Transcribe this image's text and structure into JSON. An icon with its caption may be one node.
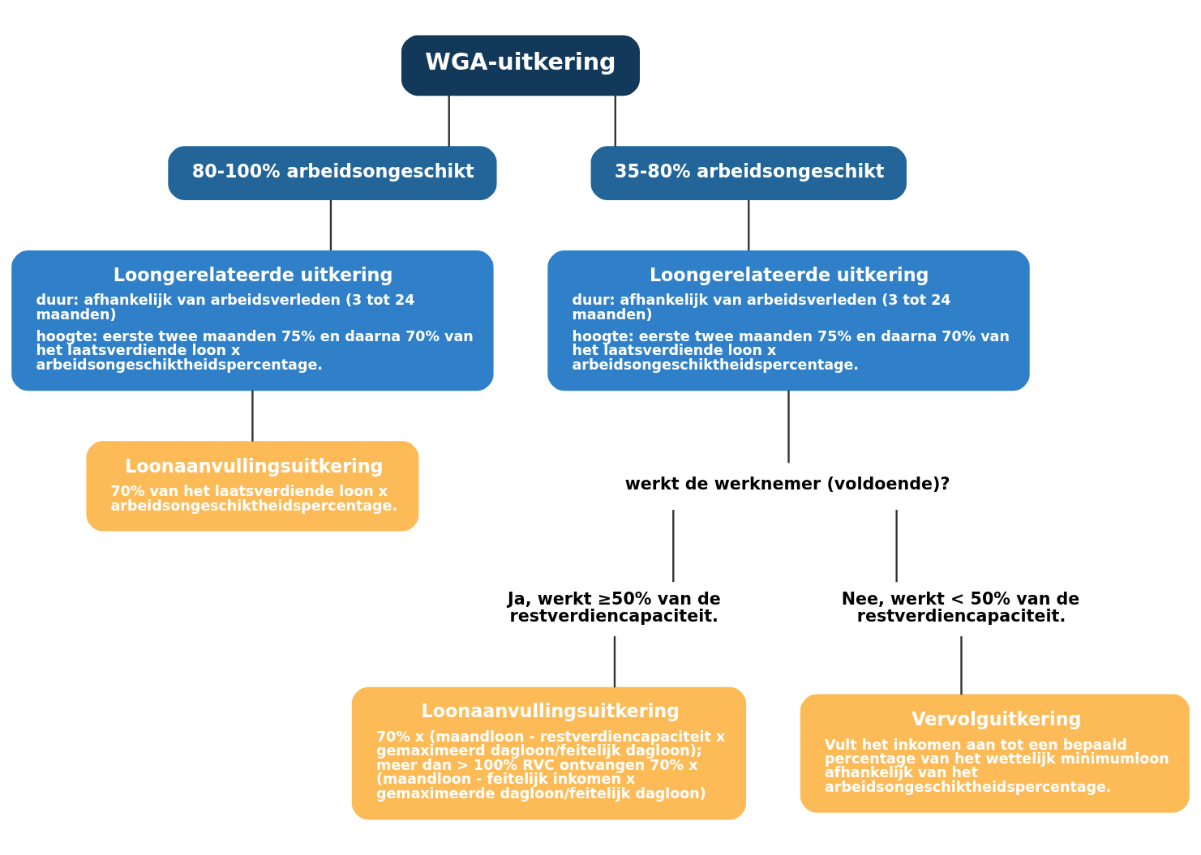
{
  "diagram": {
    "nodes": [
      {
        "text": [
          "WGA-uitkering"
        ]
      },
      {
        "text": [
          "80-100% arbeidsongeschikt"
        ]
      },
      {
        "text": [
          "35-80% arbeidsongeschikt"
        ]
      },
      {
        "text": [
          "Loongerelateerde uitkering",
          "duur: afhankelijk van arbeidsverleden (3 tot 24 maanden)",
          "hoogte: eerste twee maanden 75% en daarna 70% van het laatsverdiende loon x arbeidsongeschiktheidspercentage."
        ]
      },
      {
        "text": [
          "Loonaanvullingsuitkering",
          "70% van het laatsverdiende loon x arbeidsongeschiktheidspercentage."
        ]
      },
      {
        "text": [
          "Loongerelateerde uitkering",
          "duur: afhankelijk van arbeidsverleden (3 tot 24 maanden)",
          "hoogte: eerste twee maanden 75% en daarna 70% van het laatsverdiende loon x arbeidsongeschiktheidspercentage."
        ]
      },
      {
        "text": [
          "werkt de werknemer (voldoende)?"
        ]
      },
      {
        "text": [
          "Ja, werkt ≥50% van de restverdiencapaciteit."
        ]
      },
      {
        "text": [
          "Nee, werkt < 50% van de restverdiencapaciteit."
        ]
      },
      {
        "text": [
          "Loonaanvullingsuitkering",
          "70% x (maandloon - restverdiencapaciteit x gemaximeerd dagloon/feitelijk dagloon); meer dan > 100% RVC ontvangen 70% x (maandloon - feitelijk inkomen x gemaximeerde dagloon/feitelijk dagloon)"
        ]
      },
      {
        "text": [
          "Vervolguitkering",
          "Vult het inkomen aan tot een bepaald percentage van het wettelijk minimumloon afhankelijk van het arbeidsongeschiktheidspercentage."
        ]
      }
    ],
    "edges": [
      {
        "from": 0,
        "to": 1,
        "arrow": "none"
      },
      {
        "from": 0,
        "to": 2,
        "arrow": "none"
      },
      {
        "from": 1,
        "to": 3,
        "arrow": "none"
      },
      {
        "from": 3,
        "to": 4,
        "arrow": "none"
      },
      {
        "from": 2,
        "to": 5,
        "arrow": "none"
      },
      {
        "from": 5,
        "to": 6,
        "arrow": "none"
      },
      {
        "from": 6,
        "to": 7,
        "arrow": "none"
      },
      {
        "from": 6,
        "to": 8,
        "arrow": "none"
      },
      {
        "from": 7,
        "to": 9,
        "arrow": "none"
      },
      {
        "from": 8,
        "to": 10,
        "arrow": "none"
      }
    ]
  }
}
